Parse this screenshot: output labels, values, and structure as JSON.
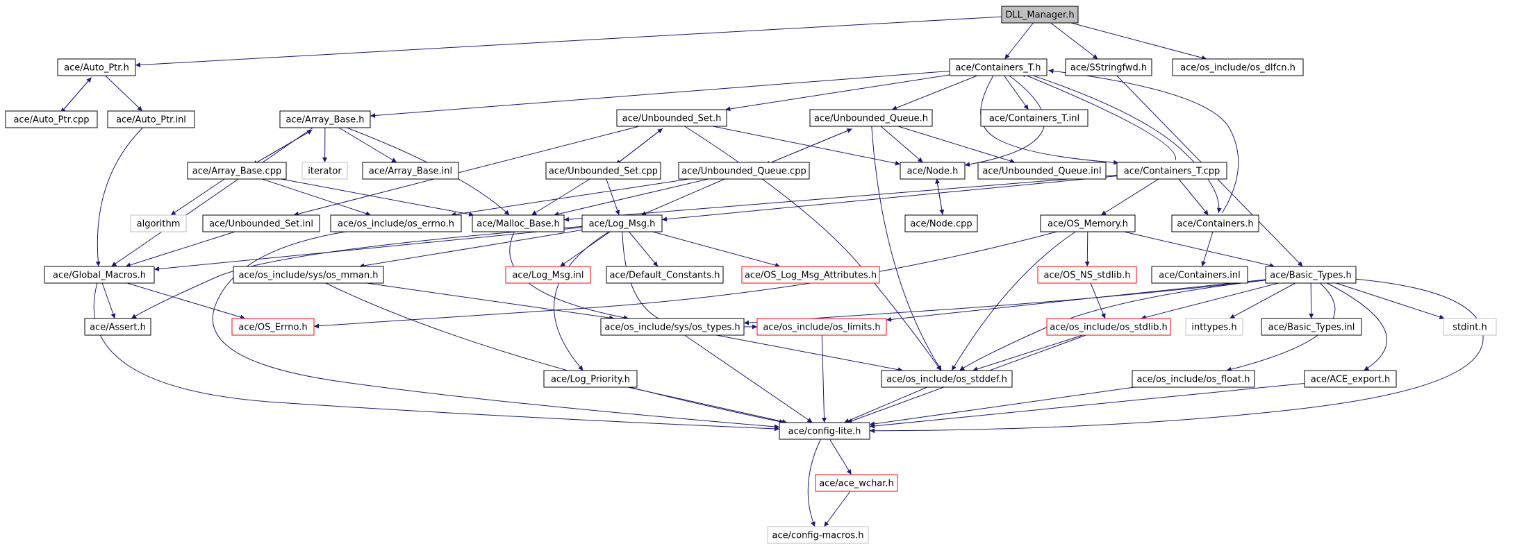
{
  "diagram": {
    "colors": {
      "edge": "#191970",
      "node_fill": "#ffffff",
      "root_fill": "#bfbfbf",
      "border_black": "#000000",
      "border_red": "#ff0000",
      "border_gray": "#bfbfbf"
    },
    "nodes": [
      {
        "id": "dll_manager_h",
        "label": "DLL_Manager.h",
        "style": "root"
      },
      {
        "id": "auto_ptr_h",
        "label": "ace/Auto_Ptr.h",
        "style": "black"
      },
      {
        "id": "containers_t_h",
        "label": "ace/Containers_T.h",
        "style": "black"
      },
      {
        "id": "sstringfwd_h",
        "label": "ace/SStringfwd.h",
        "style": "black"
      },
      {
        "id": "os_dlfcn_h",
        "label": "ace/os_include/os_dlfcn.h",
        "style": "black"
      },
      {
        "id": "auto_ptr_cpp",
        "label": "ace/Auto_Ptr.cpp",
        "style": "black"
      },
      {
        "id": "auto_ptr_inl",
        "label": "ace/Auto_Ptr.inl",
        "style": "black"
      },
      {
        "id": "array_base_h",
        "label": "ace/Array_Base.h",
        "style": "black"
      },
      {
        "id": "unbounded_set_h",
        "label": "ace/Unbounded_Set.h",
        "style": "black"
      },
      {
        "id": "unbounded_queue_h",
        "label": "ace/Unbounded_Queue.h",
        "style": "black"
      },
      {
        "id": "containers_t_inl",
        "label": "ace/Containers_T.inl",
        "style": "black"
      },
      {
        "id": "array_base_cpp",
        "label": "ace/Array_Base.cpp",
        "style": "black"
      },
      {
        "id": "iterator",
        "label": "iterator",
        "style": "gray"
      },
      {
        "id": "array_base_inl",
        "label": "ace/Array_Base.inl",
        "style": "black"
      },
      {
        "id": "unbounded_set_cpp",
        "label": "ace/Unbounded_Set.cpp",
        "style": "black"
      },
      {
        "id": "unbounded_queue_cpp",
        "label": "ace/Unbounded_Queue.cpp",
        "style": "black"
      },
      {
        "id": "node_h",
        "label": "ace/Node.h",
        "style": "black"
      },
      {
        "id": "unbounded_queue_inl",
        "label": "ace/Unbounded_Queue.inl",
        "style": "black"
      },
      {
        "id": "containers_t_cpp",
        "label": "ace/Containers_T.cpp",
        "style": "black"
      },
      {
        "id": "algorithm",
        "label": "algorithm",
        "style": "gray"
      },
      {
        "id": "unbounded_set_inl",
        "label": "ace/Unbounded_Set.inl",
        "style": "black"
      },
      {
        "id": "os_errno_h",
        "label": "ace/os_include/os_errno.h",
        "style": "black"
      },
      {
        "id": "malloc_base_h",
        "label": "ace/Malloc_Base.h",
        "style": "black"
      },
      {
        "id": "log_msg_h",
        "label": "ace/Log_Msg.h",
        "style": "black"
      },
      {
        "id": "node_cpp",
        "label": "ace/Node.cpp",
        "style": "black"
      },
      {
        "id": "os_memory_h",
        "label": "ace/OS_Memory.h",
        "style": "black"
      },
      {
        "id": "containers_h",
        "label": "ace/Containers.h",
        "style": "black"
      },
      {
        "id": "global_macros_h",
        "label": "ace/Global_Macros.h",
        "style": "black"
      },
      {
        "id": "os_mman_h",
        "label": "ace/os_include/sys/os_mman.h",
        "style": "black"
      },
      {
        "id": "log_msg_inl",
        "label": "ace/Log_Msg.inl",
        "style": "red"
      },
      {
        "id": "default_constants_h",
        "label": "ace/Default_Constants.h",
        "style": "black"
      },
      {
        "id": "os_log_msg_attributes_h",
        "label": "ace/OS_Log_Msg_Attributes.h",
        "style": "red"
      },
      {
        "id": "os_ns_stdlib_h",
        "label": "ace/OS_NS_stdlib.h",
        "style": "red"
      },
      {
        "id": "containers_inl",
        "label": "ace/Containers.inl",
        "style": "black"
      },
      {
        "id": "basic_types_h",
        "label": "ace/Basic_Types.h",
        "style": "black"
      },
      {
        "id": "assert_h",
        "label": "ace/Assert.h",
        "style": "black"
      },
      {
        "id": "os_errno_red_h",
        "label": "ace/OS_Errno.h",
        "style": "red"
      },
      {
        "id": "os_types_h",
        "label": "ace/os_include/sys/os_types.h",
        "style": "black"
      },
      {
        "id": "os_limits_h",
        "label": "ace/os_include/os_limits.h",
        "style": "red"
      },
      {
        "id": "os_stdlib_h",
        "label": "ace/os_include/os_stdlib.h",
        "style": "red"
      },
      {
        "id": "inttypes_h",
        "label": "inttypes.h",
        "style": "gray"
      },
      {
        "id": "basic_types_inl",
        "label": "ace/Basic_Types.inl",
        "style": "black"
      },
      {
        "id": "stdint_h",
        "label": "stdint.h",
        "style": "gray"
      },
      {
        "id": "log_priority_h",
        "label": "ace/Log_Priority.h",
        "style": "black"
      },
      {
        "id": "os_stddef_h",
        "label": "ace/os_include/os_stddef.h",
        "style": "black"
      },
      {
        "id": "os_float_h",
        "label": "ace/os_include/os_float.h",
        "style": "black"
      },
      {
        "id": "ace_export_h",
        "label": "ace/ACE_export.h",
        "style": "black"
      },
      {
        "id": "config_lite_h",
        "label": "ace/config-lite.h",
        "style": "black"
      },
      {
        "id": "ace_wchar_h",
        "label": "ace/ace_wchar.h",
        "style": "red"
      },
      {
        "id": "config_macros_h",
        "label": "ace/config-macros.h",
        "style": "gray"
      }
    ],
    "edges": [
      [
        "dll_manager_h",
        "auto_ptr_h"
      ],
      [
        "dll_manager_h",
        "containers_t_h"
      ],
      [
        "dll_manager_h",
        "sstringfwd_h"
      ],
      [
        "dll_manager_h",
        "os_dlfcn_h"
      ],
      [
        "auto_ptr_h",
        "auto_ptr_cpp"
      ],
      [
        "auto_ptr_cpp",
        "auto_ptr_h"
      ],
      [
        "auto_ptr_h",
        "auto_ptr_inl"
      ],
      [
        "auto_ptr_inl",
        "global_macros_h"
      ],
      [
        "containers_t_h",
        "array_base_h"
      ],
      [
        "containers_t_h",
        "unbounded_set_h"
      ],
      [
        "containers_t_h",
        "unbounded_queue_h"
      ],
      [
        "containers_t_h",
        "containers_t_inl"
      ],
      [
        "containers_t_h",
        "containers_t_cpp"
      ],
      [
        "containers_t_h",
        "node_h"
      ],
      [
        "containers_t_h",
        "containers_h"
      ],
      [
        "containers_t_cpp",
        "containers_t_h"
      ],
      [
        "containers_h",
        "containers_t_h"
      ],
      [
        "array_base_h",
        "array_base_cpp"
      ],
      [
        "array_base_cpp",
        "array_base_h"
      ],
      [
        "array_base_h",
        "iterator"
      ],
      [
        "array_base_h",
        "array_base_inl"
      ],
      [
        "array_base_h",
        "global_macros_h"
      ],
      [
        "array_base_h",
        "malloc_base_h"
      ],
      [
        "array_base_cpp",
        "algorithm"
      ],
      [
        "array_base_cpp",
        "os_errno_h"
      ],
      [
        "array_base_cpp",
        "malloc_base_h"
      ],
      [
        "unbounded_set_h",
        "unbounded_set_cpp"
      ],
      [
        "unbounded_set_cpp",
        "unbounded_set_h"
      ],
      [
        "unbounded_set_h",
        "unbounded_set_inl"
      ],
      [
        "unbounded_set_h",
        "node_h"
      ],
      [
        "unbounded_set_h",
        "os_stddef_h"
      ],
      [
        "unbounded_set_cpp",
        "malloc_base_h"
      ],
      [
        "unbounded_set_cpp",
        "log_msg_h"
      ],
      [
        "unbounded_queue_h",
        "unbounded_queue_cpp"
      ],
      [
        "unbounded_queue_cpp",
        "unbounded_queue_h"
      ],
      [
        "unbounded_queue_h",
        "node_h"
      ],
      [
        "unbounded_queue_h",
        "unbounded_queue_inl"
      ],
      [
        "unbounded_queue_h",
        "os_stddef_h"
      ],
      [
        "unbounded_queue_cpp",
        "malloc_base_h"
      ],
      [
        "unbounded_queue_cpp",
        "log_msg_h"
      ],
      [
        "unbounded_queue_cpp",
        "os_errno_h"
      ],
      [
        "node_h",
        "node_cpp"
      ],
      [
        "node_cpp",
        "node_h"
      ],
      [
        "containers_t_cpp",
        "malloc_base_h"
      ],
      [
        "containers_t_cpp",
        "log_msg_h"
      ],
      [
        "containers_t_cpp",
        "os_memory_h"
      ],
      [
        "containers_t_cpp",
        "containers_h"
      ],
      [
        "unbounded_set_inl",
        "global_macros_h"
      ],
      [
        "os_errno_h",
        "config_lite_h"
      ],
      [
        "malloc_base_h",
        "os_types_h"
      ],
      [
        "log_msg_h",
        "global_macros_h"
      ],
      [
        "log_msg_h",
        "assert_h"
      ],
      [
        "log_msg_h",
        "os_mman_h"
      ],
      [
        "log_msg_h",
        "log_msg_inl"
      ],
      [
        "log_msg_h",
        "default_constants_h"
      ],
      [
        "log_msg_h",
        "os_log_msg_attributes_h"
      ],
      [
        "log_msg_h",
        "log_priority_h"
      ],
      [
        "log_msg_h",
        "os_limits_h"
      ],
      [
        "os_memory_h",
        "os_ns_stdlib_h"
      ],
      [
        "os_memory_h",
        "basic_types_h"
      ],
      [
        "os_memory_h",
        "os_errno_red_h"
      ],
      [
        "os_memory_h",
        "os_stddef_h"
      ],
      [
        "containers_h",
        "containers_inl"
      ],
      [
        "global_macros_h",
        "assert_h"
      ],
      [
        "global_macros_h",
        "os_errno_red_h"
      ],
      [
        "global_macros_h",
        "config_lite_h"
      ],
      [
        "os_mman_h",
        "os_types_h"
      ],
      [
        "os_mman_h",
        "config_lite_h"
      ],
      [
        "os_ns_stdlib_h",
        "os_stdlib_h"
      ],
      [
        "sstringfwd_h",
        "basic_types_h"
      ],
      [
        "basic_types_h",
        "os_limits_h"
      ],
      [
        "basic_types_h",
        "os_stdlib_h"
      ],
      [
        "basic_types_h",
        "inttypes_h"
      ],
      [
        "basic_types_h",
        "basic_types_inl"
      ],
      [
        "basic_types_h",
        "stdint_h"
      ],
      [
        "basic_types_h",
        "os_float_h"
      ],
      [
        "basic_types_h",
        "ace_export_h"
      ],
      [
        "basic_types_h",
        "config_lite_h"
      ],
      [
        "basic_types_h",
        "os_types_h"
      ],
      [
        "basic_types_h",
        "os_stddef_h"
      ],
      [
        "os_types_h",
        "os_stddef_h"
      ],
      [
        "os_types_h",
        "config_lite_h"
      ],
      [
        "os_limits_h",
        "config_lite_h"
      ],
      [
        "os_stdlib_h",
        "os_stddef_h"
      ],
      [
        "os_stdlib_h",
        "config_lite_h"
      ],
      [
        "log_priority_h",
        "config_lite_h"
      ],
      [
        "os_stddef_h",
        "config_lite_h"
      ],
      [
        "os_float_h",
        "config_lite_h"
      ],
      [
        "ace_export_h",
        "config_lite_h"
      ],
      [
        "config_lite_h",
        "ace_wchar_h"
      ],
      [
        "config_lite_h",
        "config_macros_h"
      ],
      [
        "ace_wchar_h",
        "config_macros_h"
      ]
    ]
  }
}
